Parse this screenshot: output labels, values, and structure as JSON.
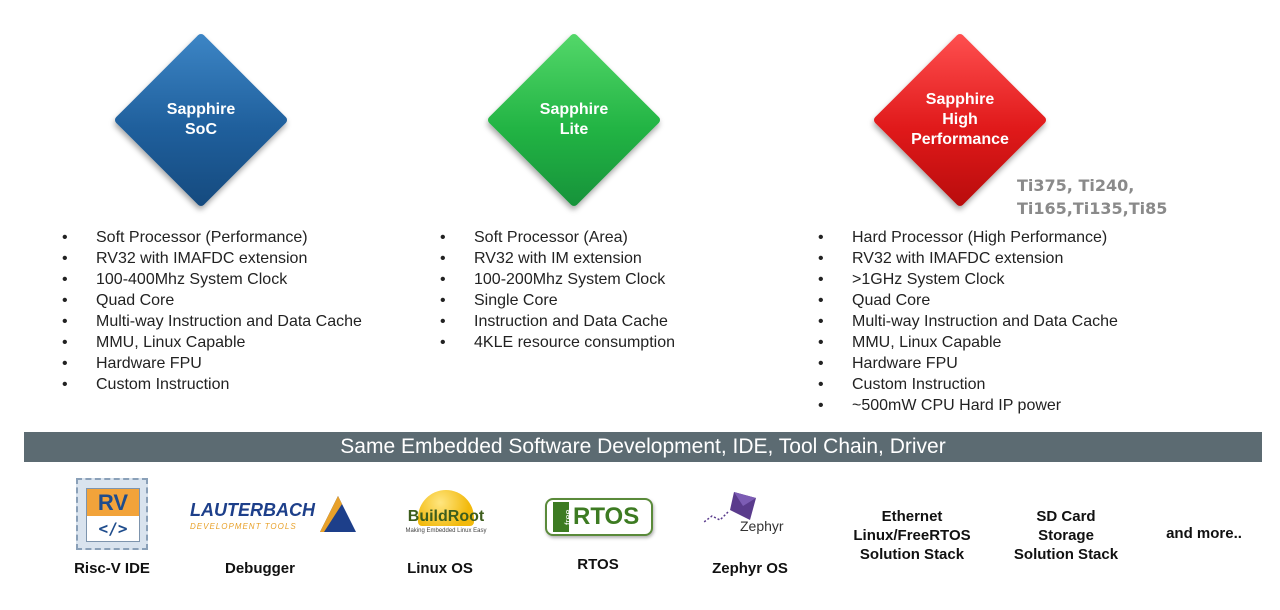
{
  "products": [
    {
      "name_lines": [
        "Sapphire",
        "SoC"
      ],
      "color": "#1f5f9c",
      "features": [
        "Soft Processor (Performance)",
        "RV32 with IMAFDC extension",
        "100-400Mhz System Clock",
        "Quad Core",
        "Multi-way Instruction and Data Cache",
        "MMU, Linux Capable",
        "Hardware FPU",
        "Custom Instruction"
      ]
    },
    {
      "name_lines": [
        "Sapphire",
        "Lite"
      ],
      "color": "#22b444",
      "features": [
        "Soft Processor (Area)",
        "RV32 with IM extension",
        "100-200Mhz System Clock",
        "Single Core",
        "Instruction and Data Cache",
        "4KLE resource consumption"
      ]
    },
    {
      "name_lines": [
        "Sapphire",
        "High",
        "Performance"
      ],
      "color": "#e0191a",
      "chips": [
        "Ti375, Ti240,",
        "Ti165,Ti135,Ti85"
      ],
      "features": [
        "Hard Processor (High Performance)",
        "RV32 with IMAFDC extension",
        ">1GHz System Clock",
        "Quad Core",
        "Multi-way Instruction and Data Cache",
        "MMU, Linux Capable",
        "Hardware FPU",
        "Custom Instruction",
        "~500mW CPU Hard IP power"
      ]
    }
  ],
  "banner": "Same Embedded Software Development, IDE, Tool Chain, Driver",
  "tools": {
    "riscv": {
      "logo_top": "RV",
      "logo_bottom": "</>",
      "caption": "Risc-V IDE"
    },
    "lauterbach": {
      "logo": "LAUTERBACH",
      "logo_sub": "DEVELOPMENT TOOLS",
      "caption": "Debugger"
    },
    "buildroot": {
      "logo": "BuildRoot",
      "logo_sub": "Making Embedded Linux Easy",
      "caption": "Linux OS"
    },
    "freertos": {
      "logo_prefix": "free",
      "logo": "RTOS",
      "caption": "RTOS"
    },
    "zephyr": {
      "logo": "Zephyr",
      "caption": "Zephyr OS"
    }
  },
  "stacks": {
    "ethernet": [
      "Ethernet",
      "Linux/FreeRTOS",
      "Solution Stack"
    ],
    "sdcard": [
      "SD Card",
      "Storage",
      "Solution Stack"
    ],
    "more": "and more.."
  }
}
